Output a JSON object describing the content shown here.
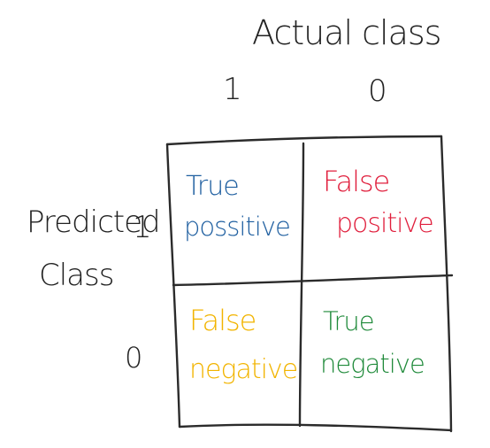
{
  "axes": {
    "actual_label": "Actual class",
    "predicted_label_line1": "Predicted",
    "predicted_label_line2": "Class",
    "actual_col_1": "1",
    "actual_col_0": "0",
    "predicted_row_1": "1",
    "predicted_row_0": "0"
  },
  "cells": {
    "top_left": {
      "line1": "True",
      "line2": "possitive",
      "color": "#1f5fa0"
    },
    "top_right": {
      "line1": "False",
      "line2": "positive",
      "color": "#e01e3c"
    },
    "bottom_left": {
      "line1": "False",
      "line2": "negative",
      "color": "#f2b400"
    },
    "bottom_right": {
      "line1": "True",
      "line2": "negative",
      "color": "#1f8a3a"
    }
  }
}
